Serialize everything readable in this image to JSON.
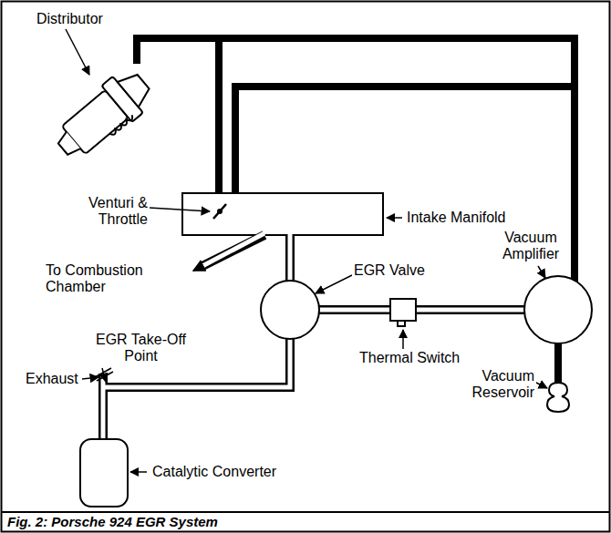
{
  "diagram": {
    "caption": "Fig. 2: Porsche 924 EGR System",
    "labels": [
      "Distributor",
      "Venturi & Throttle",
      "Intake Manifold",
      "To Combustion Chamber",
      "Exhaust",
      "EGR Take-Off Point",
      "EGR Valve",
      "Vacuum Amplifier",
      "Thermal Switch",
      "Vacuum Reservoir",
      "Catalytic Converter"
    ]
  }
}
